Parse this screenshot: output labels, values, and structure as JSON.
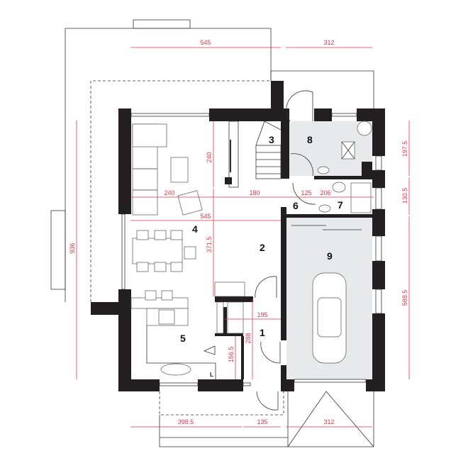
{
  "plan": {
    "rooms": [
      {
        "number": "1"
      },
      {
        "number": "2"
      },
      {
        "number": "3"
      },
      {
        "number": "4"
      },
      {
        "number": "5"
      },
      {
        "number": "6"
      },
      {
        "number": "7"
      },
      {
        "number": "8"
      },
      {
        "number": "9"
      }
    ],
    "appliance_label": "L",
    "dimensions": {
      "top_left": "545",
      "top_right": "312",
      "bottom_left": "398.5",
      "bottom_mid": "135",
      "bottom_right": "312",
      "left_total": "936",
      "right_top": "197.5",
      "right_mid": "130.5",
      "right_bottom": "588.5",
      "living_depth": "240",
      "living_width": "240",
      "stair_width": "180",
      "hall_width": "125",
      "bath_width": "206",
      "dining_width": "545",
      "dining_depth": "371.5",
      "hall_entry_width": "195",
      "entry_depth": "288",
      "pantry_depth": "156.5"
    },
    "colors": {
      "walls": "#231f20",
      "dimension": "#e8334a",
      "service_floor": "#e8e9ea"
    }
  }
}
